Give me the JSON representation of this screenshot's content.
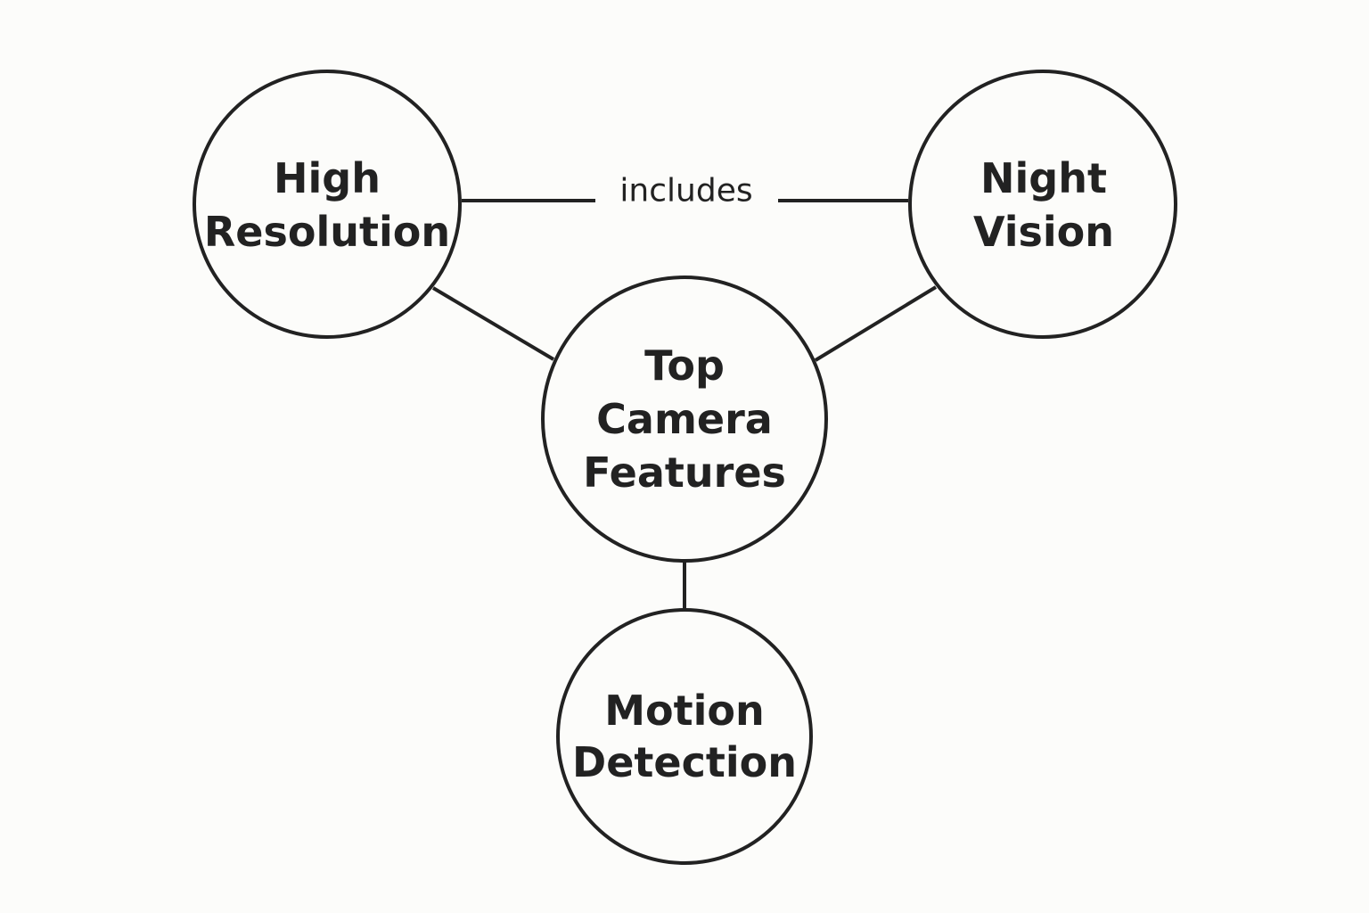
{
  "diagram": {
    "center": {
      "lines": [
        "Top",
        "Camera",
        "Features"
      ]
    },
    "nodes": {
      "high_resolution": {
        "lines": [
          "High",
          "Resolution"
        ]
      },
      "night_vision": {
        "lines": [
          "Night",
          "Vision"
        ]
      },
      "motion_detection": {
        "lines": [
          "Motion",
          "Detection"
        ]
      }
    },
    "edge_label": "includes"
  }
}
